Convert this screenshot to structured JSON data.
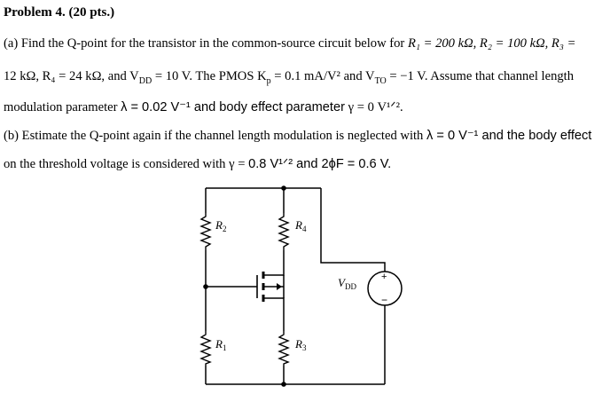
{
  "title": "Problem 4. (20 pts.)",
  "part_a": {
    "line1_pre": "(a) Find the Q-point for the transistor in the common-source circuit below for ",
    "line1_values": "R₁ = 200 kΩ, R₂ = 100 kΩ, R₃ =",
    "line2_pre": "12 kΩ, R₄ = 24 kΩ, and V",
    "line2_sub": "DD",
    "line2_mid": " = 10 V. The PMOS K",
    "line2_sub2": "p",
    "line2_post": " = 0.1 mA/V² and V",
    "line2_sub3": "TO",
    "line2_end": " = −1 V. Assume that channel length",
    "line3_pre": "modulation parameter ",
    "line3_sans": "λ = 0.02 V⁻¹ and body effect parameter",
    "line3_post": " γ = 0 V¹ᐟ²."
  },
  "part_b": {
    "line4_pre": "(b) Estimate the Q-point again if the channel length modulation is neglected with ",
    "line4_sans": "λ = 0 V⁻¹ and the body effect",
    "line5_pre": "on the threshold voltage is considered with γ = ",
    "line5_sans": "0.8 V¹ᐟ² and 2ϕF = 0.6 V."
  },
  "circuit": {
    "r1": "R",
    "r1_sub": "1",
    "r2": "R",
    "r2_sub": "2",
    "r3": "R",
    "r3_sub": "3",
    "r4": "R",
    "r4_sub": "4",
    "vdd": "V",
    "vdd_sub": "DD",
    "source_plus": "+",
    "source_minus": "−"
  }
}
